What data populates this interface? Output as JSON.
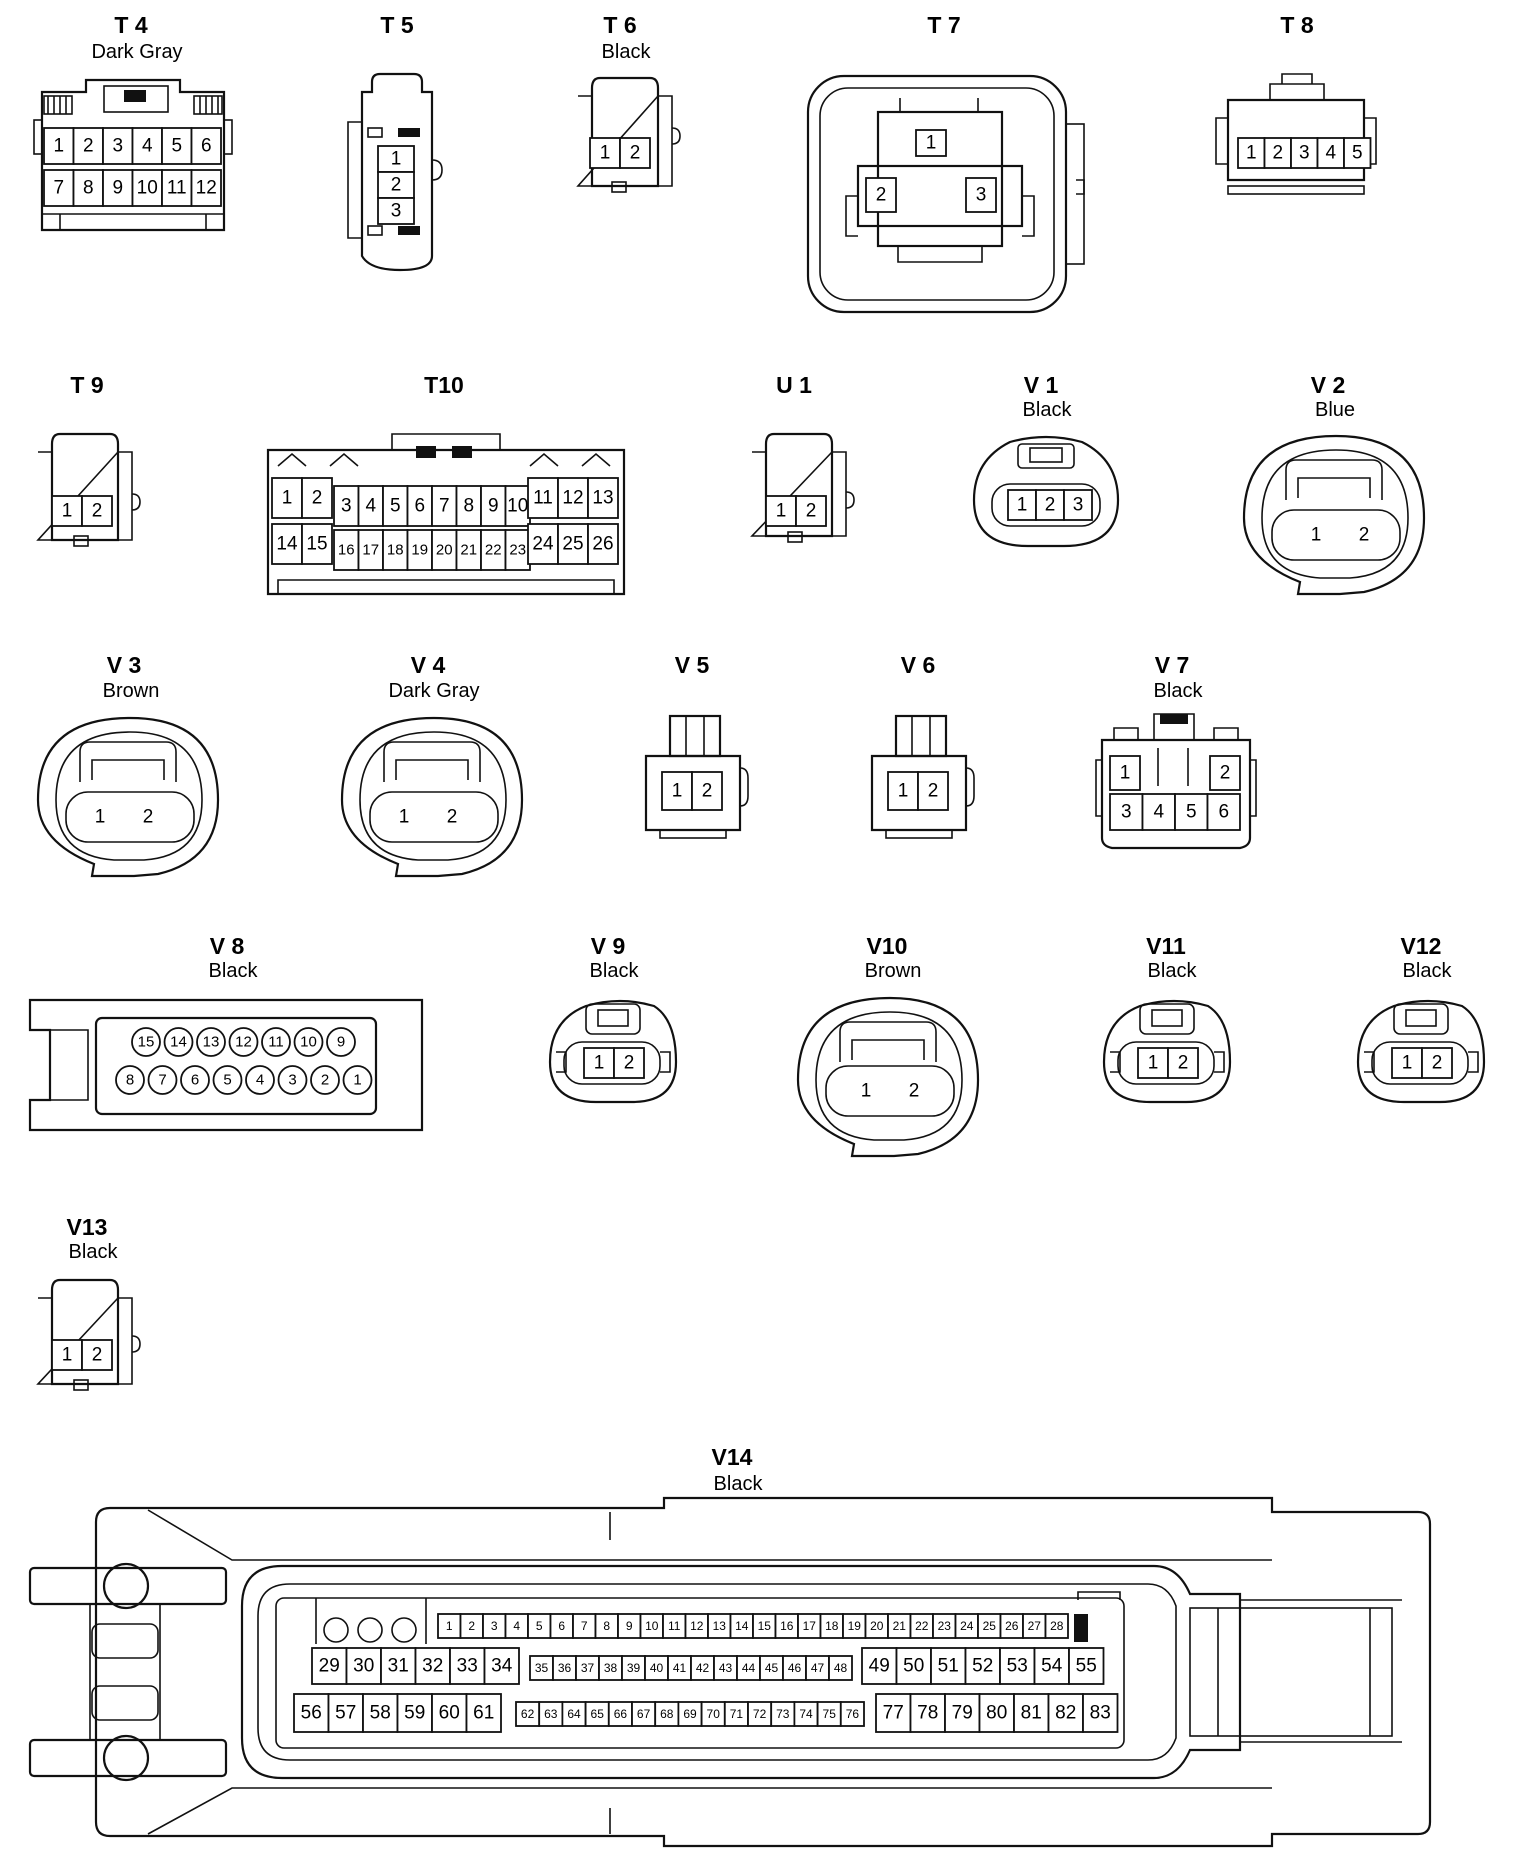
{
  "connectors": {
    "T4": {
      "code": "T 4",
      "color": "Dark Gray",
      "pins": [
        "1",
        "2",
        "3",
        "4",
        "5",
        "6",
        "7",
        "8",
        "9",
        "10",
        "11",
        "12"
      ]
    },
    "T5": {
      "code": "T 5",
      "color": "",
      "pins": [
        "1",
        "2",
        "3"
      ]
    },
    "T6": {
      "code": "T 6",
      "color": "Black",
      "pins": [
        "1",
        "2"
      ]
    },
    "T7": {
      "code": "T 7",
      "color": "",
      "pins": [
        "1",
        "2",
        "3"
      ]
    },
    "T8": {
      "code": "T 8",
      "color": "",
      "pins": [
        "1",
        "2",
        "3",
        "4",
        "5"
      ]
    },
    "T9": {
      "code": "T 9",
      "color": "",
      "pins": [
        "1",
        "2"
      ]
    },
    "T10": {
      "code": "T10",
      "color": "",
      "pins": [
        "1",
        "2",
        "3",
        "4",
        "5",
        "6",
        "7",
        "8",
        "9",
        "10",
        "11",
        "12",
        "13",
        "14",
        "15",
        "16",
        "17",
        "18",
        "19",
        "20",
        "21",
        "22",
        "23",
        "24",
        "25",
        "26"
      ]
    },
    "U1": {
      "code": "U 1",
      "color": "",
      "pins": [
        "1",
        "2"
      ]
    },
    "V1": {
      "code": "V 1",
      "color": "Black",
      "pins": [
        "1",
        "2",
        "3"
      ]
    },
    "V2": {
      "code": "V 2",
      "color": "Blue",
      "pins": [
        "1",
        "2"
      ]
    },
    "V3": {
      "code": "V 3",
      "color": "Brown",
      "pins": [
        "1",
        "2"
      ]
    },
    "V4": {
      "code": "V 4",
      "color": "Dark Gray",
      "pins": [
        "1",
        "2"
      ]
    },
    "V5": {
      "code": "V 5",
      "color": "",
      "pins": [
        "1",
        "2"
      ]
    },
    "V6": {
      "code": "V 6",
      "color": "",
      "pins": [
        "1",
        "2"
      ]
    },
    "V7": {
      "code": "V 7",
      "color": "Black",
      "pins": [
        "1",
        "2",
        "3",
        "4",
        "5",
        "6"
      ]
    },
    "V8": {
      "code": "V 8",
      "color": "Black",
      "pins": [
        "1",
        "2",
        "3",
        "4",
        "5",
        "6",
        "7",
        "8",
        "9",
        "10",
        "11",
        "12",
        "13",
        "14",
        "15"
      ]
    },
    "V9": {
      "code": "V 9",
      "color": "Black",
      "pins": [
        "1",
        "2"
      ]
    },
    "V10": {
      "code": "V10",
      "color": "Brown",
      "pins": [
        "1",
        "2"
      ]
    },
    "V11": {
      "code": "V11",
      "color": "Black",
      "pins": [
        "1",
        "2"
      ]
    },
    "V12": {
      "code": "V12",
      "color": "Black",
      "pins": [
        "1",
        "2"
      ]
    },
    "V13": {
      "code": "V13",
      "color": "Black",
      "pins": [
        "1",
        "2"
      ]
    },
    "V14": {
      "code": "V14",
      "color": "Black",
      "pins": [
        "1",
        "2",
        "3",
        "4",
        "5",
        "6",
        "7",
        "8",
        "9",
        "10",
        "11",
        "12",
        "13",
        "14",
        "15",
        "16",
        "17",
        "18",
        "19",
        "20",
        "21",
        "22",
        "23",
        "24",
        "25",
        "26",
        "27",
        "28",
        "29",
        "30",
        "31",
        "32",
        "33",
        "34",
        "35",
        "36",
        "37",
        "38",
        "39",
        "40",
        "41",
        "42",
        "43",
        "44",
        "45",
        "46",
        "47",
        "48",
        "49",
        "50",
        "51",
        "52",
        "53",
        "54",
        "55",
        "56",
        "57",
        "58",
        "59",
        "60",
        "61",
        "62",
        "63",
        "64",
        "65",
        "66",
        "67",
        "68",
        "69",
        "70",
        "71",
        "72",
        "73",
        "74",
        "75",
        "76",
        "77",
        "78",
        "79",
        "80",
        "81",
        "82",
        "83"
      ]
    }
  }
}
